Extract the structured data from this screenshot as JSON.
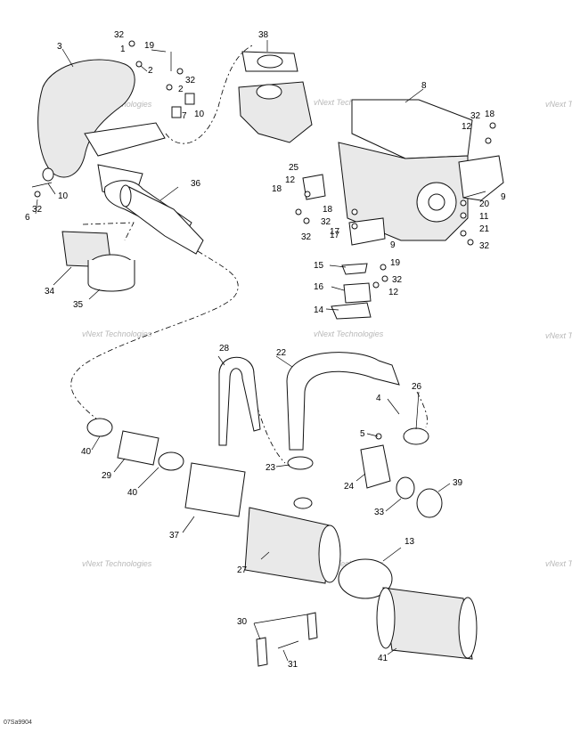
{
  "diagram": {
    "code": "07Sa9904",
    "watermark": "vNext Technologies",
    "labels": {
      "p1": "1",
      "p2a": "2",
      "p2b": "2",
      "p3": "3",
      "p4": "4",
      "p5": "5",
      "p6": "6",
      "p7": "7",
      "p8": "8",
      "p9a": "9",
      "p9b": "9",
      "p10a": "10",
      "p10b": "10",
      "p11": "11",
      "p12a": "12",
      "p12b": "12",
      "p12c": "12",
      "p13": "13",
      "p14": "14",
      "p15": "15",
      "p16": "16",
      "p17": "17",
      "p17b": "17",
      "p18a": "18",
      "p18b": "18",
      "p18c": "18",
      "p19a": "19",
      "p19b": "19",
      "p20": "20",
      "p21": "21",
      "p22": "22",
      "p23": "23",
      "p24": "24",
      "p25": "25",
      "p26": "26",
      "p27": "27",
      "p28": "28",
      "p29": "29",
      "p30": "30",
      "p31": "31",
      "p32a": "32",
      "p32b": "32",
      "p32c": "32",
      "p32d": "32",
      "p32e": "32",
      "p32f": "32",
      "p32g": "32",
      "p32h": "32",
      "p33": "33",
      "p34": "34",
      "p35": "35",
      "p36": "36",
      "p37": "37",
      "p38": "38",
      "p39": "39",
      "p40a": "40",
      "p40b": "40",
      "p41": "41"
    }
  }
}
